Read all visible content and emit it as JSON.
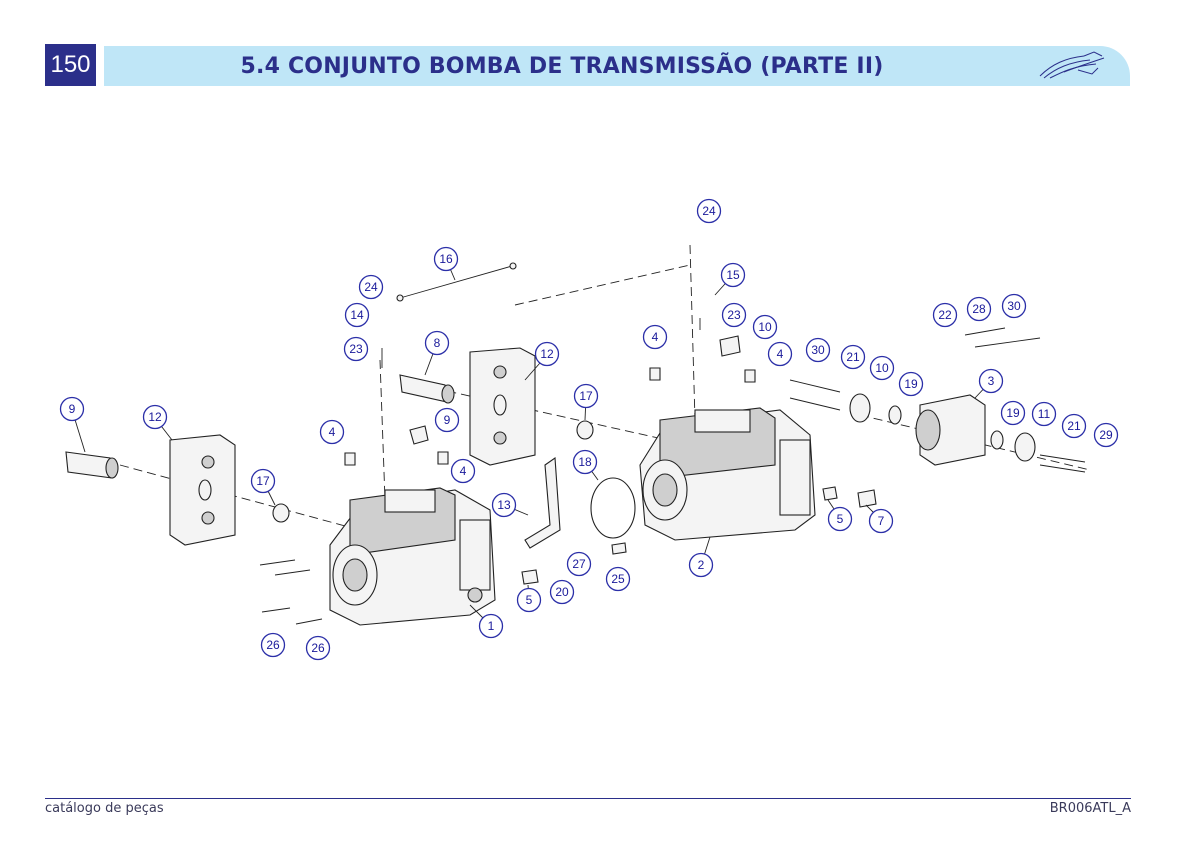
{
  "header": {
    "page_number": "150",
    "title": "5.4 CONJUNTO BOMBA DE TRANSMISSÃO (PARTE II)"
  },
  "footer": {
    "left": "catálogo de peças",
    "right": "BR006ATL_A"
  },
  "callouts": [
    "1",
    "2",
    "3",
    "4",
    "4",
    "4",
    "4",
    "5",
    "5",
    "7",
    "8",
    "9",
    "9",
    "10",
    "10",
    "11",
    "12",
    "12",
    "13",
    "14",
    "15",
    "16",
    "17",
    "17",
    "18",
    "19",
    "19",
    "20",
    "21",
    "21",
    "22",
    "23",
    "23",
    "24",
    "24",
    "25",
    "26",
    "26",
    "27",
    "28",
    "29",
    "30",
    "30"
  ],
  "colors": {
    "brand": "#2b2f8a",
    "title_bar": "#bfe6f7",
    "callout": "#2b2fa8"
  }
}
